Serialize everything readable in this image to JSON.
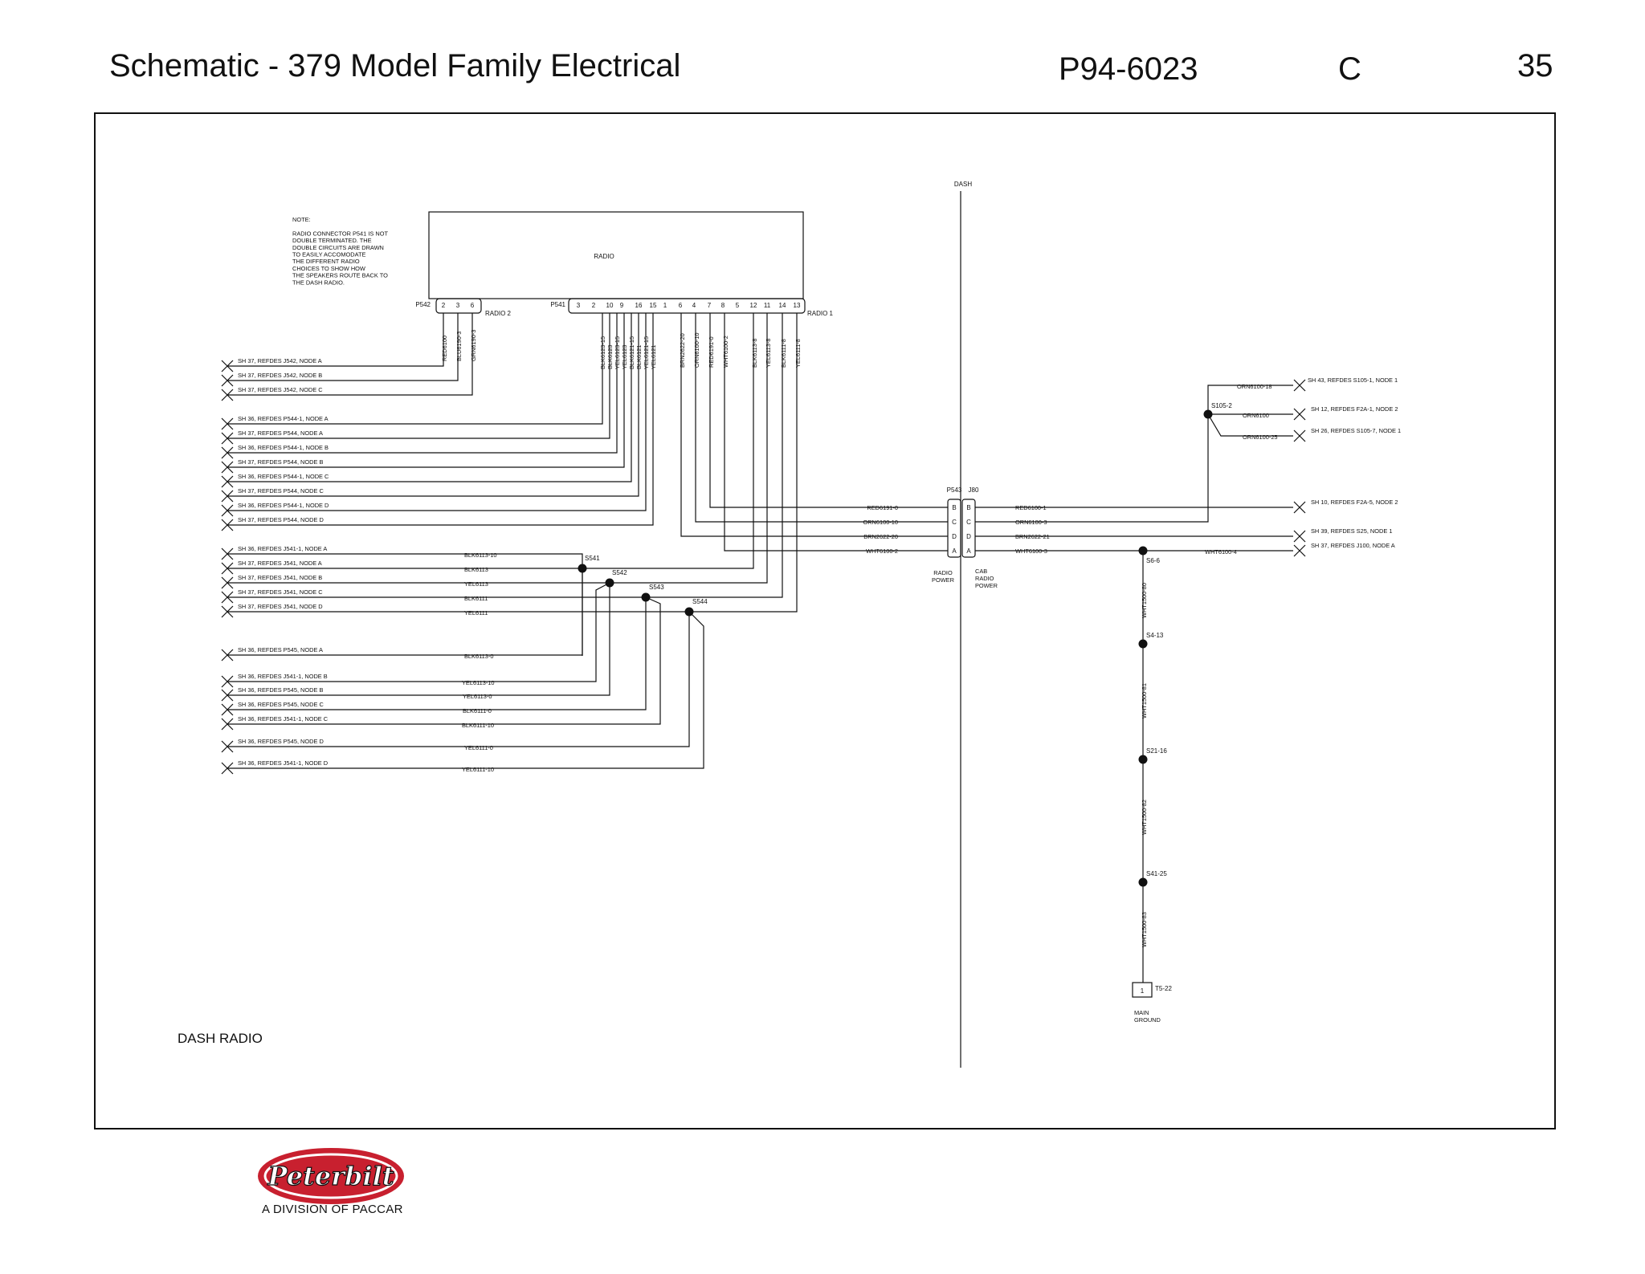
{
  "header": {
    "title": "Schematic - 379 Model Family Electrical",
    "doc_number": "P94-6023",
    "revision": "C",
    "page": "35"
  },
  "frame": {
    "section_label": "DASH  RADIO",
    "dash_label": "DASH"
  },
  "radio": {
    "label": "RADIO",
    "connector_p542": "P542",
    "connector_p541": "P541",
    "radio2_label": "RADIO  2",
    "radio1_label": "RADIO  1",
    "pins_p542": [
      "2",
      "3",
      "6"
    ],
    "pins_p541": [
      "3",
      "2",
      "10",
      "9",
      "16",
      "15",
      "1",
      "6",
      "4",
      "7",
      "8",
      "5",
      "12",
      "11",
      "14",
      "13"
    ]
  },
  "note": {
    "lines": [
      "NOTE:",
      "",
      "RADIO  CONNECTOR  P541  IS  NOT",
      "DOUBLE  TERMINATED.  THE",
      "DOUBLE  CIRCUITS  ARE  DRAWN",
      "TO  EASILY  ACCOMODATE",
      "THE  DIFFERENT  RADIO",
      "CHOICES  TO  SHOW  HOW",
      "THE  SPEAKERS  ROUTE  BACK  TO",
      "THE  DASH  RADIO."
    ]
  },
  "vertical_wires": [
    "RED6100",
    "BLU6190-3",
    "GRN6190-3",
    "BLK6123-15",
    "BLK6123",
    "YEL6123-15",
    "YEL6123",
    "BLK6121-15",
    "BLK6121",
    "YEL6121-15",
    "YEL6121",
    "BRN2622-20",
    "ORN6100-10",
    "RED6191-0",
    "WHT6100-2",
    "BLK6113-8",
    "YEL6113-8",
    "BLK6111-8",
    "YEL6111-8"
  ],
  "left_refs": [
    "SH  37,  REFDES  J542,  NODE  A",
    "SH  37,  REFDES  J542,  NODE  B",
    "SH  37,  REFDES  J542,  NODE  C",
    "SH  36,  REFDES  P544-1,  NODE  A",
    "SH  37,  REFDES  P544,  NODE  A",
    "SH  36,  REFDES  P544-1,  NODE  B",
    "SH  37,  REFDES  P544,  NODE  B",
    "SH  36,  REFDES  P544-1,  NODE  C",
    "SH  37,  REFDES  P544,  NODE  C",
    "SH  36,  REFDES  P544-1,  NODE  D",
    "SH  37,  REFDES  P544,  NODE  D",
    "SH  36,  REFDES  J541-1,  NODE  A",
    "SH  37,  REFDES  J541,  NODE  A",
    "SH  37,  REFDES  J541,  NODE  B",
    "SH  37,  REFDES  J541,  NODE  C",
    "SH  37,  REFDES  J541,  NODE  D",
    "SH  36,  REFDES  P545,  NODE  A",
    "SH  36,  REFDES  J541-1,  NODE  B",
    "SH  36,  REFDES  P545,  NODE  B",
    "SH  36,  REFDES  P545,  NODE  C",
    "SH  36,  REFDES  J541-1,  NODE  C",
    "SH  36,  REFDES  P545,  NODE  D",
    "SH  36,  REFDES  J541-1,  NODE  D"
  ],
  "speaker_wires": [
    "BLK6113-10",
    "BLK6113",
    "YEL6113",
    "BLK6111",
    "YEL6111",
    "BLK6113-0",
    "YEL6113-10",
    "YEL6113-0",
    "BLK6111-0",
    "BLK6111-10",
    "YEL6111-0",
    "YEL6111-10"
  ],
  "splices": [
    "S541",
    "S542",
    "S543",
    "S544"
  ],
  "power": {
    "p543": "P543",
    "j80": "J80",
    "pins": [
      "B",
      "C",
      "D",
      "A"
    ],
    "left_wires": [
      "RED6191-0",
      "ORN6100-10",
      "BRN2622-20",
      "WHT6100-2"
    ],
    "right_wires": [
      "RED6100-1",
      "ORN6100-3",
      "BRN2622-21",
      "WHT6100-3"
    ],
    "radio_power": [
      "RADIO",
      "POWER"
    ],
    "cab_radio_power": [
      "CAB",
      "RADIO",
      "POWER"
    ]
  },
  "right_refs": [
    "SH  43,  REFDES  S105-1,  NODE  1",
    "SH  12,  REFDES  F2A-1,  NODE  2",
    "SH  26,  REFDES  S105-7,  NODE  1",
    "SH  10,  REFDES  F2A-5,  NODE  2",
    "SH  39,  REFDES  S25,  NODE  1",
    "SH  37,  REFDES  J100,  NODE  A"
  ],
  "s105": {
    "label": "S105-2",
    "wires": [
      "ORN6100-18",
      "ORN6100",
      "ORN6100-25"
    ]
  },
  "ground": {
    "splices": [
      "S6-6",
      "S4-13",
      "S21-16",
      "S41-25"
    ],
    "wires": [
      "WHT1500-80",
      "WHT1500-81",
      "WHT1500-82",
      "WHT1500-83"
    ],
    "extra_wire": "WHT6100-4",
    "terminal_pin": "1",
    "terminal": "T5-22",
    "ground_label": [
      "MAIN",
      "GROUND"
    ]
  },
  "logo": {
    "brand": "Peterbilt",
    "subtitle": "A DIVISION OF PACCAR"
  }
}
